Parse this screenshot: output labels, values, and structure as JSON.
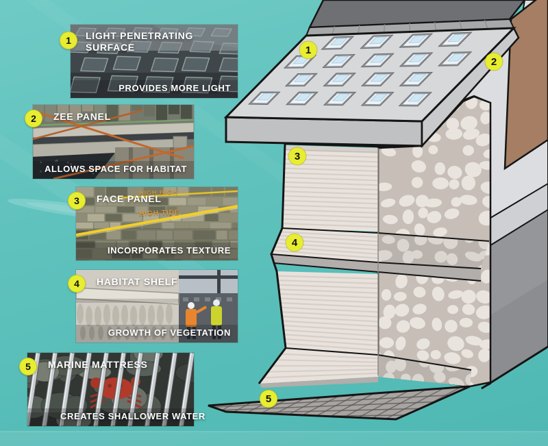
{
  "items": [
    {
      "number": "1",
      "title": "LIGHT PENETRATING SURFACE",
      "caption": "PROVIDES MORE LIGHT"
    },
    {
      "number": "2",
      "title": "ZEE PANEL",
      "caption": "ALLOWS SPACE FOR HABITAT"
    },
    {
      "number": "3",
      "title": "FACE PANEL",
      "caption": "INCORPORATES TEXTURE"
    },
    {
      "number": "4",
      "title": "HABITAT SHELF",
      "caption": "GROWTH OF VEGETATION"
    },
    {
      "number": "5",
      "title": "MARINE MATTRESS",
      "caption": "CREATES SHALLOWER WATER"
    }
  ],
  "diagram_badges": [
    "1",
    "2",
    "3",
    "4",
    "5"
  ],
  "photo_text": {
    "high_high": "HIGH HIGH",
    "high_tide": "HIGH TIDE"
  },
  "colors": {
    "water_top": "#6fcac5",
    "water": "#5ec1bc",
    "water_deep": "#4fb8b3",
    "badge_yellow": "#e7ed31",
    "outline": "#151515",
    "deck_top": "#d7d8da",
    "deck_front": "#c0c1c3",
    "deck_end": "#c9cacc",
    "road_gray": "#6f7073",
    "curb_gray": "#a7a8aa",
    "soil_brown": "#a57e63",
    "band_light": "#dcdde0",
    "band_light2": "#cfd0d3",
    "band_mid": "#95969a",
    "wall_face": "#e9e2dc",
    "rib_line": "#d6cfc8",
    "shelf_lip": "#b1aeab",
    "cobble_bg": "#c6beb7",
    "cobble_stone": "#e9e4de",
    "glass_blue": "#cfe7f5",
    "mattress_gray": "#a7a4a2"
  }
}
